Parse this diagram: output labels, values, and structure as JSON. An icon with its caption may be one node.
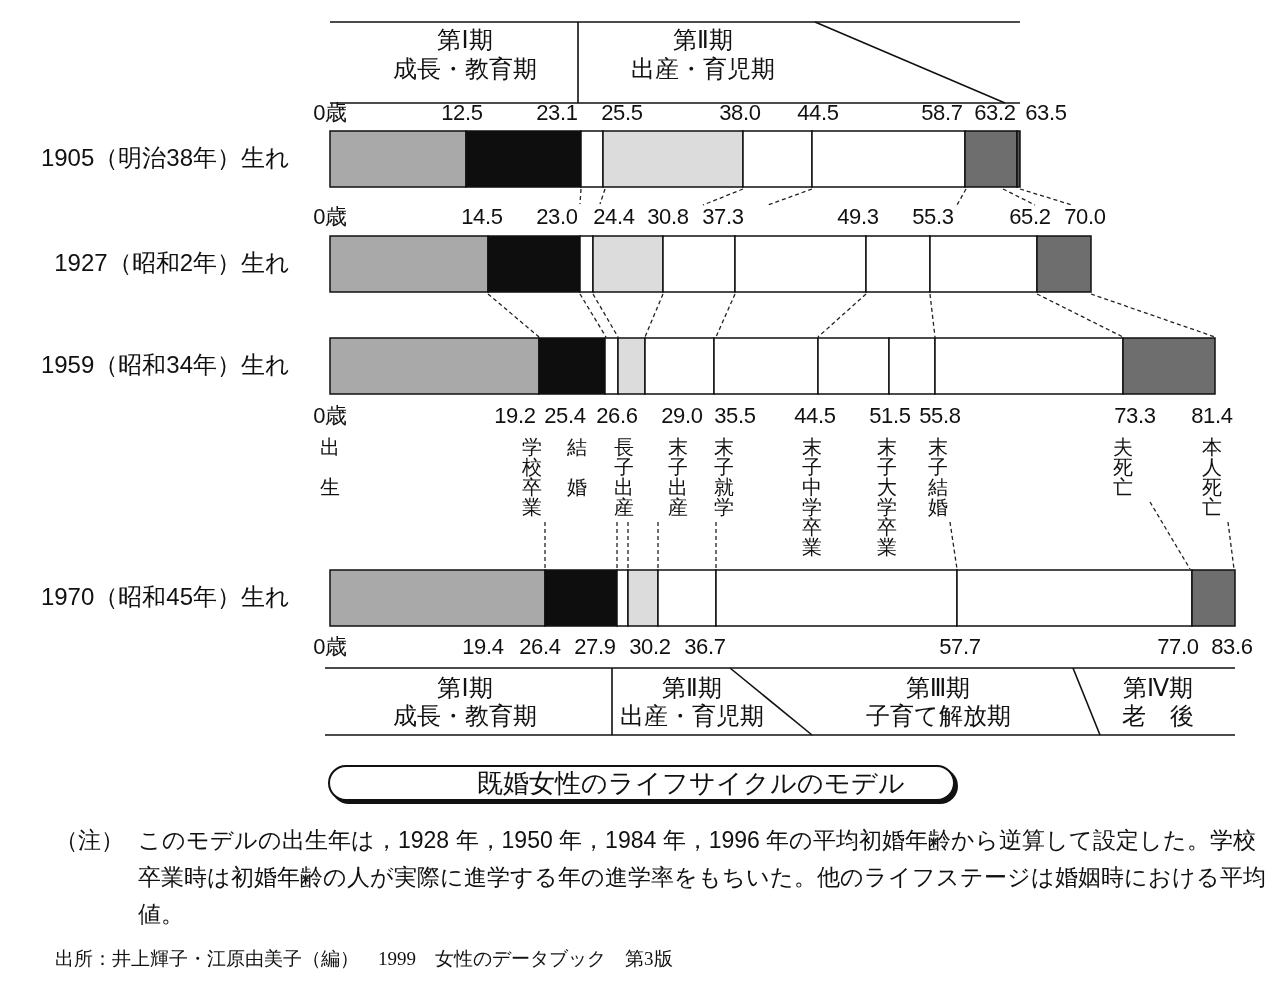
{
  "diagram": {
    "title": "既婚女性のライフサイクルのモデル",
    "nodes": [
      {
        "text": [
          "第Ⅰ期",
          "成長・教育期"
        ]
      },
      {
        "text": [
          "第Ⅱ期",
          "出産・育児期"
        ]
      },
      {
        "text": [
          "第Ⅰ期",
          "成長・教育期"
        ]
      },
      {
        "text": [
          "第Ⅱ期",
          "出産・育児期"
        ]
      },
      {
        "text": [
          "第Ⅲ期",
          "子育て解放期"
        ]
      },
      {
        "text": [
          "第Ⅳ期",
          "老　後"
        ]
      }
    ],
    "labels": [
      "0歳",
      "12.5",
      "23.1",
      "25.5",
      "38.0",
      "44.5",
      "58.7",
      "63.2",
      "63.5",
      "1905（明治38年）生れ",
      "0歳",
      "14.5",
      "23.0",
      "24.4",
      "30.8",
      "37.3",
      "49.3",
      "55.3",
      "65.2",
      "70.0",
      "1927（昭和2年）生れ",
      "1959（昭和34年）生れ",
      "0歳",
      "19.2",
      "25.4",
      "26.6",
      "29.0",
      "35.5",
      "44.5",
      "51.5",
      "55.8",
      "73.3",
      "81.4",
      "出生",
      "学校卒業",
      "結婚",
      "長子出産",
      "末子出産",
      "末子就学",
      "末子中学卒業",
      "末子大学卒業",
      "末子結婚",
      "夫死亡",
      "本人死亡",
      "1970（昭和45年）生れ",
      "0歳",
      "19.4",
      "26.4",
      "27.9",
      "30.2",
      "36.7",
      "57.7",
      "77.0",
      "83.6",
      "（注）",
      "このモデルの出生年は，1928 年，1950 年，1984 年，1996 年の平均初婚年齢から逆算して設定した。学校卒業時は初婚年齢の人が実際に進学する年の進学率をもちいた。他のライフステージは婚姻時における平均値。",
      "出所：井上輝子・江原由美子（編）　1999　女性のデータブック　第3版"
    ]
  }
}
